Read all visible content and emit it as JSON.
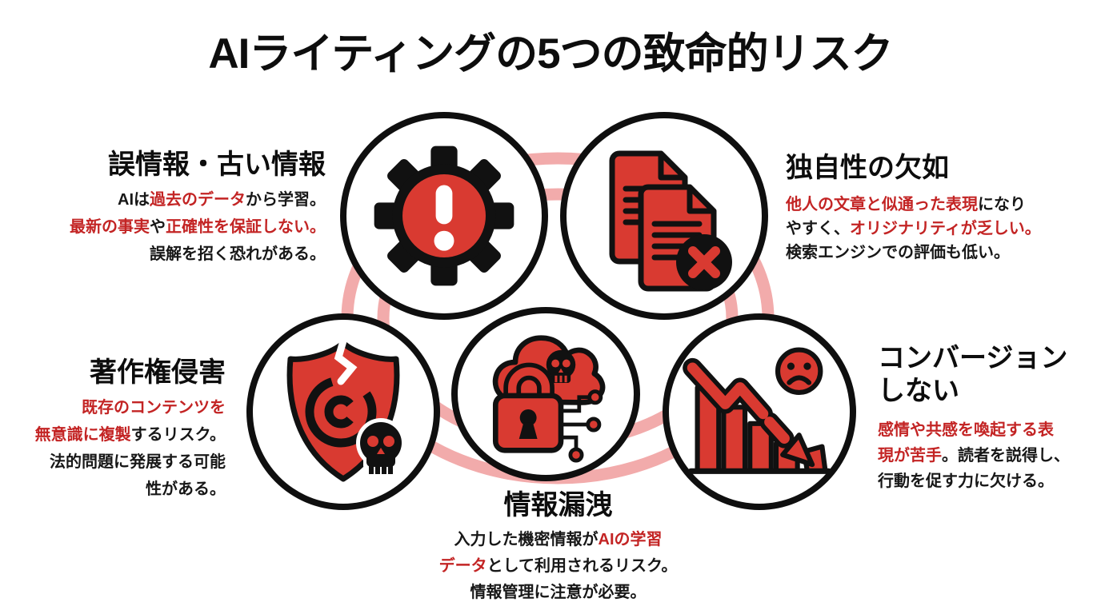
{
  "title": "AIライティングの5つの致命的リスク",
  "palette": {
    "red_text": "#c32424",
    "icon_red": "#d93a31",
    "ink_black": "#111111",
    "connector_pink": "#f2abab",
    "background": "#ffffff"
  },
  "risks": [
    {
      "heading": "誤情報・古い情報",
      "icon": "gear-alert-icon",
      "lines": [
        [
          {
            "text": "AIは"
          },
          {
            "text": "過去のデータ",
            "red": true
          },
          {
            "text": "から学習。"
          }
        ],
        [
          {
            "text": "最新の事実",
            "red": true
          },
          {
            "text": "や"
          },
          {
            "text": "正確性を保証しない。",
            "red": true
          }
        ],
        [
          {
            "text": "誤解を招く恐れがある。"
          }
        ]
      ]
    },
    {
      "heading": "独自性の欠如",
      "icon": "duplicate-documents-icon",
      "lines": [
        [
          {
            "text": "他人の文章と似通った表現",
            "red": true
          },
          {
            "text": "になり"
          }
        ],
        [
          {
            "text": "やすく、"
          },
          {
            "text": "オリジナリティが乏しい。",
            "red": true
          }
        ],
        [
          {
            "text": "検索エンジンでの評価も低い。"
          }
        ]
      ]
    },
    {
      "heading": "著作権侵害",
      "icon": "copyright-shield-icon",
      "lines": [
        [
          {
            "text": "既存のコンテンツを",
            "red": true
          }
        ],
        [
          {
            "text": "無意識に複製",
            "red": true
          },
          {
            "text": "するリスク。"
          }
        ],
        [
          {
            "text": "法的問題に発展する可能"
          }
        ],
        [
          {
            "text": "性がある。"
          }
        ]
      ]
    },
    {
      "heading": "情報漏洩",
      "icon": "data-leak-icon",
      "lines": [
        [
          {
            "text": "入力した機密情報が"
          },
          {
            "text": "AIの学習",
            "red": true
          }
        ],
        [
          {
            "text": "データ",
            "red": true
          },
          {
            "text": "として利用されるリスク。"
          }
        ],
        [
          {
            "text": "情報管理に注意が必要。"
          }
        ]
      ]
    },
    {
      "heading": "コンバージョン\nしない",
      "icon": "declining-chart-icon",
      "lines": [
        [
          {
            "text": "感情や共感を喚起する表",
            "red": true
          }
        ],
        [
          {
            "text": "現が苦手",
            "red": true
          },
          {
            "text": "。読者を説得し、"
          }
        ],
        [
          {
            "text": "行動を促す力に欠ける。"
          }
        ]
      ]
    }
  ]
}
